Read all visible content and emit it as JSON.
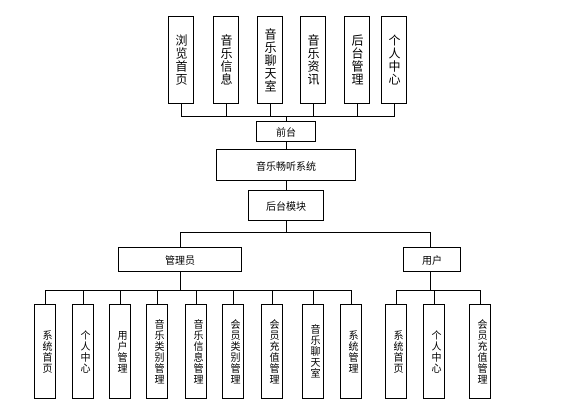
{
  "frontend_modules": [
    "浏览首页",
    "音乐信息",
    "音乐聊天室",
    "音乐资讯",
    "后台管理",
    "个人中心"
  ],
  "frontend": "前台",
  "system": "音乐畅听系统",
  "backend": "后台模块",
  "admin": {
    "label": "管理员",
    "modules": [
      "系统首页",
      "个人中心",
      "用户管理",
      "音乐类别管理",
      "音乐信息管理",
      "会员类别管理",
      "会员充值管理",
      "音乐聊天室",
      "系统管理"
    ]
  },
  "user": {
    "label": "用户",
    "modules": [
      "系统首页",
      "个人中心",
      "会员充值管理"
    ]
  }
}
